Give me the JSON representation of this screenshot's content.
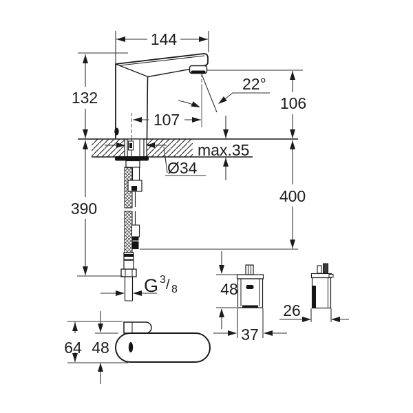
{
  "drawing": {
    "kind": "faucet-installation-dimension-drawing",
    "background": "#ffffff",
    "line_color": "#1a1a1a"
  },
  "side_view": {
    "spout_length": "144",
    "body_height": "132",
    "spout_reach": "107",
    "stream_angle": "22°",
    "outlet_height": "106",
    "deck_thickness_max": "max.35",
    "hole_diameter": "Ø34",
    "supply_drop": "400",
    "hose_length": "390",
    "thread": {
      "prefix": "G",
      "numerator": "3",
      "slash": "/",
      "denominator": "8"
    }
  },
  "plan_view": {
    "total_depth": "64",
    "body_depth": "48"
  },
  "power_box": {
    "height": "48",
    "width": "37",
    "depth": "26"
  }
}
